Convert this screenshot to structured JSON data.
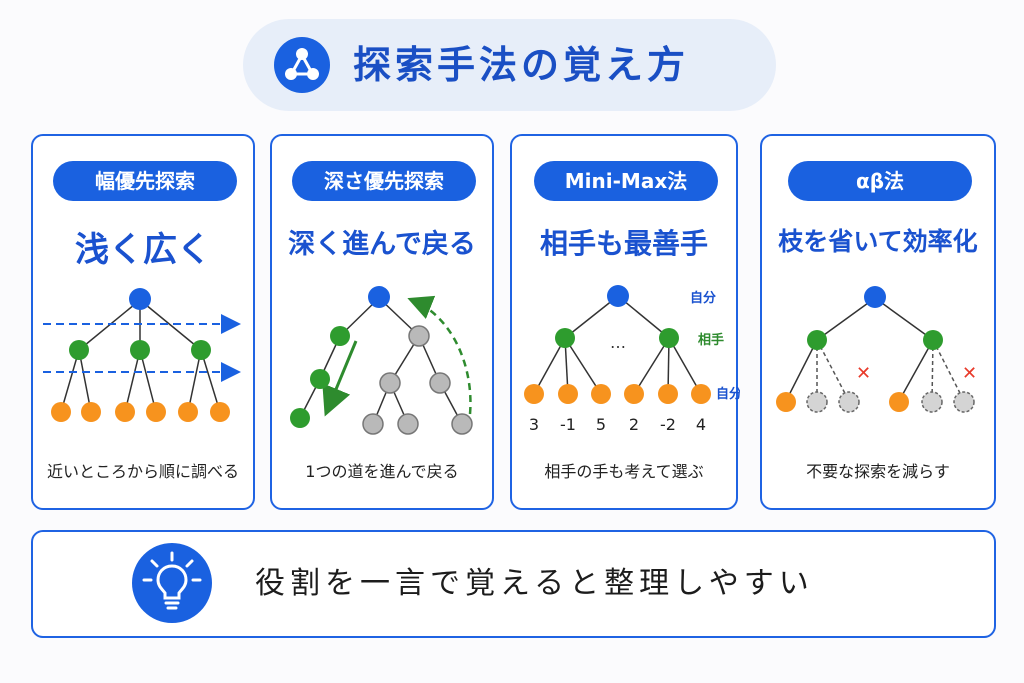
{
  "title": "探索手法の覚え方",
  "cards": [
    {
      "label": "幅優先探索",
      "slogan": "浅く広く",
      "caption": "近いところから順に調べる"
    },
    {
      "label": "深さ優先探索",
      "slogan": "深く進んで戻る",
      "caption": "1つの道を進んで戻る"
    },
    {
      "label": "Mini-Max法",
      "slogan": "相手も最善手",
      "caption": "相手の手も考えて選ぶ",
      "levels": {
        "self": "自分",
        "opponent": "相手",
        "self2": "自分"
      },
      "ellipsis": "…",
      "leaf_values": [
        "3",
        "-1",
        "5",
        "2",
        "-2",
        "4"
      ]
    },
    {
      "label": "αβ法",
      "slogan": "枝を省いて効率化",
      "caption": "不要な探索を減らす",
      "prune_mark": "✕"
    }
  ],
  "tip": "役割を一言で覚えると整理しやすい",
  "icons": {
    "title": "tree-network-icon",
    "tip": "lightbulb-icon"
  },
  "colors": {
    "primary": "#1a61e0",
    "root_node": "#1a61e0",
    "mid_node": "#2e9c2e",
    "leaf_node": "#f7931e",
    "unvisited_node": "#b9b9b9",
    "prune_mark": "#e83a2a"
  }
}
